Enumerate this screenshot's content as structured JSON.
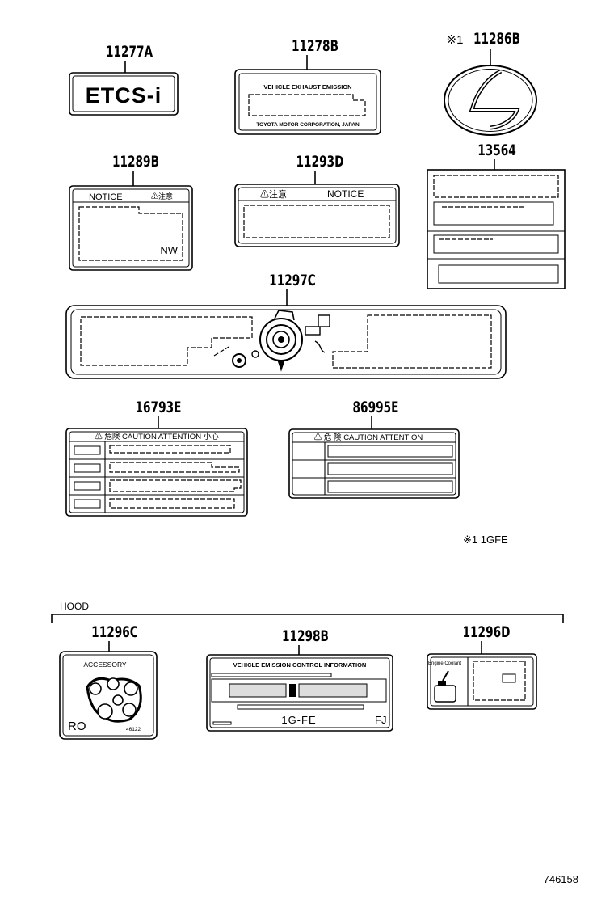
{
  "parts": {
    "p11277a": {
      "number": "11277A",
      "label_text": "ETCS-i"
    },
    "p11278b": {
      "number": "11278B",
      "title": "VEHICLE EXHAUST EMISSION",
      "footer": "TOYOTA MOTOR CORPORATION, JAPAN"
    },
    "p11286b": {
      "mark": "※1",
      "number": "11286B",
      "logo": "lexus-emblem"
    },
    "p11289b": {
      "number": "11289B",
      "notice": "NOTICE",
      "warn": "⚠注意",
      "code": "NW"
    },
    "p11293d": {
      "number": "11293D",
      "warn": "⚠注意",
      "notice": "NOTICE"
    },
    "p13564": {
      "number": "13564"
    },
    "p11297c": {
      "number": "11297C"
    },
    "p16793e": {
      "number": "16793E",
      "header": "⚠ 危険 CAUTION ATTENTION 小心"
    },
    "p86995e": {
      "number": "86995E",
      "header": "⚠ 危 険 CAUTION ATTENTION"
    },
    "p11296c": {
      "number": "11296C",
      "title": "ACCESSORY",
      "code": "RO",
      "small_no": "46122"
    },
    "p11298b": {
      "number": "11298B",
      "title": "VEHICLE EMISSION CONTROL INFORMATION",
      "engine": "1G-FE",
      "code": "FJ"
    },
    "p11296d": {
      "number": "11296D",
      "title": "Engine Coolant"
    }
  },
  "footnote": "※1 1GFE",
  "hood_label": "HOOD",
  "figure_id": "746158"
}
